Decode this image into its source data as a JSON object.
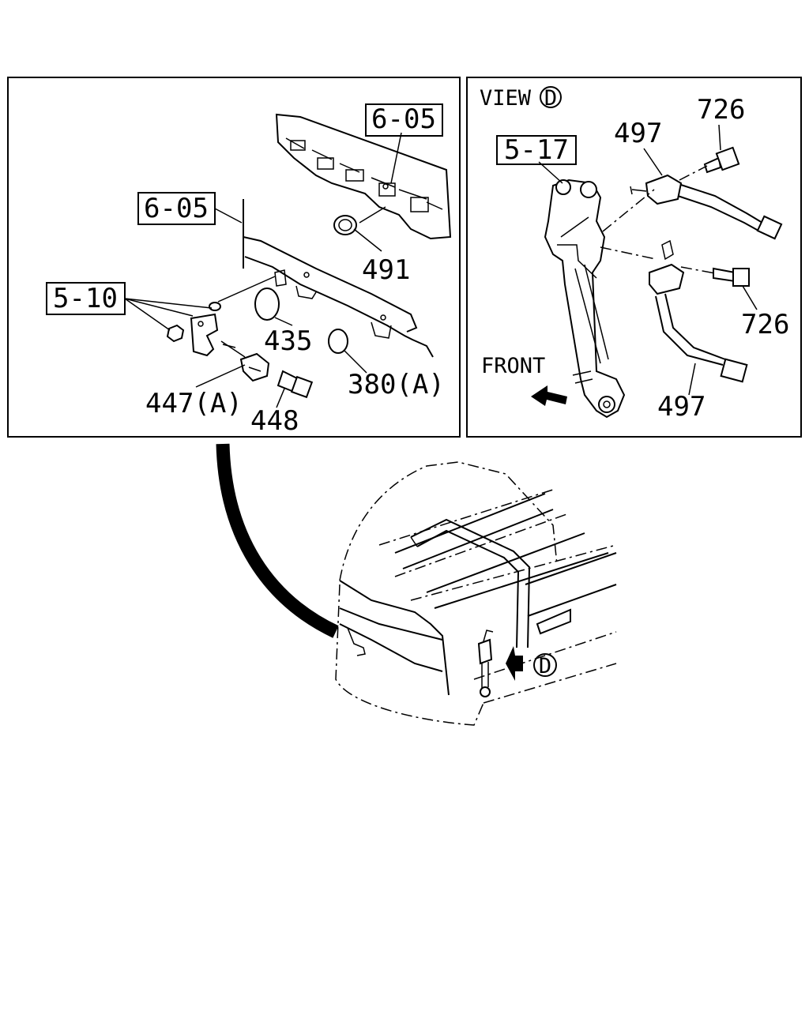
{
  "left_panel": {
    "callouts": {
      "top_ref": "6-05",
      "mid_ref": "6-05",
      "bracket_ref": "5-10",
      "p491": "491",
      "p435": "435",
      "p380": "380(A)",
      "p447": "447(A)",
      "p448": "448"
    }
  },
  "right_panel": {
    "view_label": "VIEW",
    "view_letter": "D",
    "callouts": {
      "ref_517": "5-17",
      "p497_top": "497",
      "p726_top": "726",
      "p726_right": "726",
      "p497_bottom": "497",
      "front": "FRONT"
    }
  },
  "overview": {
    "view_marker": "D"
  }
}
